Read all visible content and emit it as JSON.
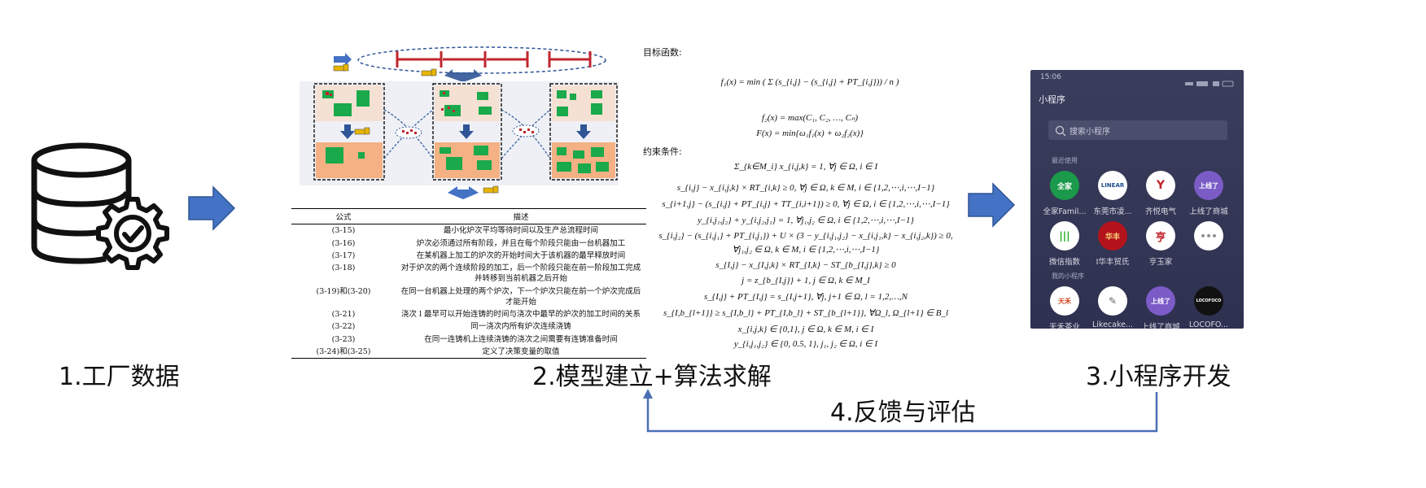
{
  "steps": {
    "factory": "1.工厂数据",
    "model": "2.模型建立+算法求解",
    "app": "3.小程序开发",
    "feedback": "4.反馈与评估"
  },
  "model": {
    "objective_label": "目标函数:",
    "constraint_label": "约束条件:",
    "objectives": [
      "f₁(x) = min ( Σ (s_{i,j} − (s_{i,j} + PT_{i,j})) / n )",
      "f₂(x) = max(C₁, C₂, …, Cₙ)",
      "F(x) = min{ω₁f₁(x) + ω₂f₂(x)}"
    ],
    "constraints": [
      "Σ_{k∈M_i} x_{i,j,k} = 1,   ∀j ∈ Ω,   i ∈ I",
      "s_{i,j} − x_{i,j,k} × RT_{i,k} ≥ 0,   ∀j ∈ Ω,   k ∈ M,   i ∈ {1,2,⋯,i,⋯,I−1}",
      "s_{i+1,j} − (s_{i,j} + PT_{i,j} + TT_{i,i+1}) ≥ 0,   ∀j ∈ Ω,   i ∈ {1,2,⋯,i,⋯,I−1}",
      "y_{i,j₁,j₂} + y_{i,j₂,j₁} = 1,   ∀j₁,j₂ ∈ Ω,   i ∈ {1,2,⋯,i,⋯,I−1}",
      "s_{i,j₂} − (s_{i,j₁} + PT_{i,j₁}) + U × (3 − y_{i,j₁,j₂} − x_{i,j₁,k} − x_{i,j₂,k}) ≥ 0,",
      "∀j₁,j₂ ∈ Ω,   k ∈ M,   i ∈ {1,2,⋯,i,⋯,I−1}",
      "s_{I,j} − x_{I,j,k} × RT_{I,k} − ST_{b_{I,j},k} ≥ 0",
      "j = z_{b_{I,j}} + 1,   j ∈ Ω,   k ∈ M_I",
      "s_{I,j} + PT_{I,j} = s_{I,j+1},   ∀j, j+1 ∈ Ω,   l = 1,2,…,N",
      "s_{I,b_{l+1}} ≥ s_{I,b_l} + PT_{I,b_l} + ST_{b_{l+1}},   ∀Ω_l, Ω_{l+1} ∈ B_l",
      "x_{i,j,k} ∈ {0,1},   j ∈ Ω,   k ∈ M,   i ∈ I",
      "y_{i,j₁,j₂} ∈ {0, 0.5, 1},   j₁, j₂ ∈ Ω,   i ∈ I"
    ],
    "table": {
      "headers": [
        "公式",
        "描述"
      ],
      "rows": [
        [
          "(3-15)",
          "最小化炉次平均等待时间以及生产总流程时间"
        ],
        [
          "(3-16)",
          "炉次必须通过所有阶段，并且在每个阶段只能由一台机器加工"
        ],
        [
          "(3-17)",
          "在某机器上加工的炉次的开始时间大于该机器的最早释放时间"
        ],
        [
          "(3-18)",
          "对于炉次的两个连续阶段的加工，后一个阶段只能在前一阶段加工完成并转移到当前机器之后开始"
        ],
        [
          "(3-19)和(3-20)",
          "在同一台机器上处理的两个炉次，下一个炉次只能在前一个炉次完成后才能开始"
        ],
        [
          "(3-21)",
          "浇次 l 最早可以开始连铸的时间与浇次中最早的炉次的加工时间的关系"
        ],
        [
          "(3-22)",
          "同一浇次内所有炉次连续浇铸"
        ],
        [
          "(3-23)",
          "在同一连铸机上连续浇铸的浇次之间需要有连铸准备时间"
        ],
        [
          "(3-24)和(3-25)",
          "定义了决策变量的取值"
        ]
      ]
    },
    "ellipsis": "…"
  },
  "phone": {
    "time": "15:06",
    "title": "小程序",
    "search_placeholder": "搜索小程序",
    "recent_label": "最近使用",
    "my_label": "我的小程序",
    "recent_apps": [
      {
        "name": "全家Famil...",
        "bg": "#1a9a4a",
        "fg": "#ffffff",
        "glyph": "全家"
      },
      {
        "name": "东莞市凌...",
        "bg": "#ffffff",
        "fg": "#1b4e8c",
        "glyph": "LINEAR"
      },
      {
        "name": "齐悦电气",
        "bg": "#ffffff",
        "fg": "#c0262d",
        "glyph": "Y"
      },
      {
        "name": "上线了商城",
        "bg": "#7b5cc7",
        "fg": "#ffffff",
        "glyph": "上线了"
      },
      {
        "name": "微信指数",
        "bg": "#ffffff",
        "fg": "#1aad19",
        "glyph": "|||"
      },
      {
        "name": "I华丰贸氏",
        "bg": "#b3141c",
        "fg": "#ffd97a",
        "glyph": "华丰"
      },
      {
        "name": "亨玉家",
        "bg": "#ffffff",
        "fg": "#c0262d",
        "glyph": "亨"
      },
      {
        "name": "",
        "bg": "#ffffff",
        "fg": "#888888",
        "glyph": "•••"
      }
    ],
    "my_apps": [
      {
        "name": "天禾茶业",
        "bg": "#ffffff",
        "fg": "#d0421b",
        "glyph": "天禾"
      },
      {
        "name": "Likecake...",
        "bg": "#ffffff",
        "fg": "#666666",
        "glyph": "✎"
      },
      {
        "name": "上线了商城",
        "bg": "#7b5cc7",
        "fg": "#ffffff",
        "glyph": "上线了"
      },
      {
        "name": "LOCOFO...",
        "bg": "#111111",
        "fg": "#ffffff",
        "glyph": "LOCOFOCO"
      }
    ]
  },
  "colors": {
    "arrow": "#4472c4",
    "feedback_line": "#4a6fb5",
    "machine_green": "#1aa94b",
    "stage_light": "#f5e1d3",
    "stage_dark": "#f4b183",
    "gantt_bar": "#c0262d"
  }
}
